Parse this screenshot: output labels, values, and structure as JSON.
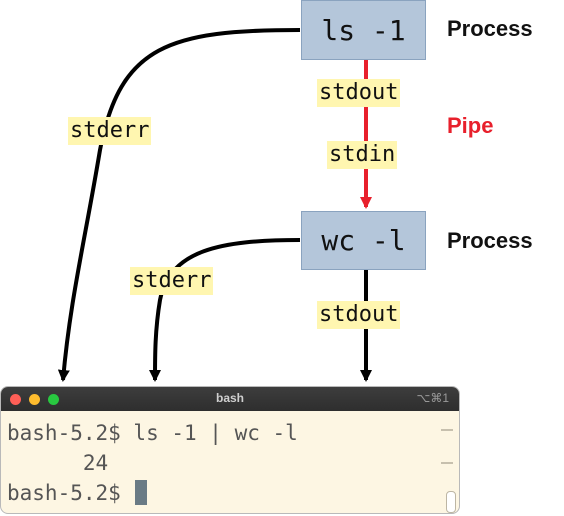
{
  "processes": [
    {
      "command": "ls -1",
      "label": "Process"
    },
    {
      "command": "wc -l",
      "label": "Process"
    }
  ],
  "pipe_label": "Pipe",
  "streams": {
    "ls_stdout": "stdout",
    "wc_stdin": "stdin",
    "ls_stderr": "stderr",
    "wc_stderr": "stderr",
    "wc_stdout": "stdout"
  },
  "colors": {
    "process_box": "#b4c6da",
    "stream_label_bg": "#fff6b0",
    "pipe": "#e8202c",
    "arrow": "#000000",
    "terminal_bg": "#fdf6e3"
  },
  "terminal": {
    "title": "bash",
    "shortcut": "⌥⌘1",
    "lines": [
      "bash-5.2$ ls -1 | wc -l",
      "      24",
      "bash-5.2$ "
    ]
  }
}
